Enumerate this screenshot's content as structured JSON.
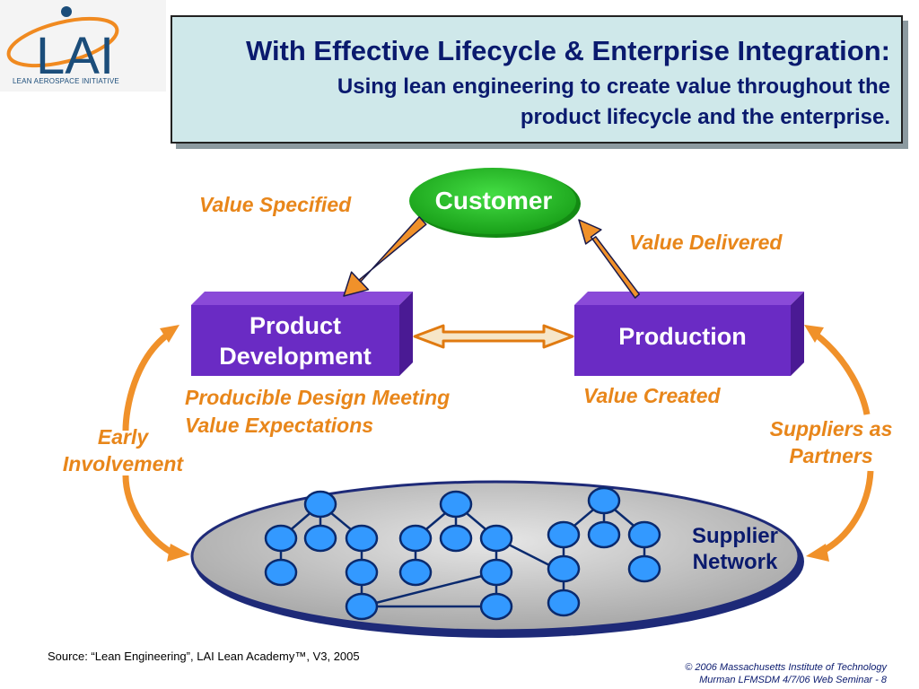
{
  "logo": {
    "mark": "LAI",
    "subtitle": "LEAN AEROSPACE INITIATIVE"
  },
  "title": {
    "line1": "With Effective Lifecycle & Enterprise Integration:",
    "line2": "Using lean engineering to create value throughout the",
    "line3": "product lifecycle and the enterprise."
  },
  "nodes": {
    "customer": "Customer",
    "product_development_1": "Product",
    "product_development_2": "Development",
    "production": "Production",
    "supplier_network_1": "Supplier",
    "supplier_network_2": "Network"
  },
  "labels": {
    "value_specified": "Value Specified",
    "value_delivered": "Value Delivered",
    "producible_1": "Producible Design Meeting",
    "producible_2": "Value Expectations",
    "value_created": "Value Created",
    "early_1": "Early",
    "early_2": "Involvement",
    "suppliers_1": "Suppliers as",
    "suppliers_2": "Partners"
  },
  "footer": {
    "source": "Source: “Lean Engineering”, LAI Lean Academy™, V3, 2005",
    "copyright": "© 2006 Massachusetts Institute of Technology",
    "seminar": "Murman LFMSDM 4/7/06 Web Seminar  - 8"
  },
  "colors": {
    "title_text": "#0a1a6e",
    "title_bg": "#cfe8ea",
    "label_orange": "#e8861a",
    "box_purple": "#6a2bc4",
    "customer_green": "#22bb22",
    "node_blue": "#3399ff",
    "network_gray": "#c4c4c4"
  }
}
